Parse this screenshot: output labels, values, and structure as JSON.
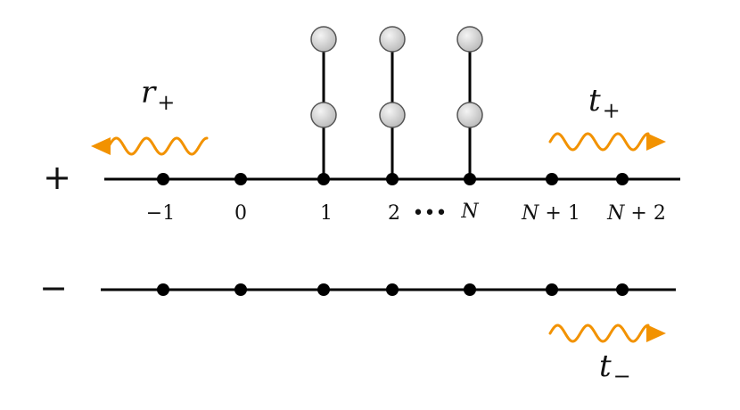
{
  "diagram": {
    "chains": [
      {
        "sign": "+",
        "sites": [
          "−1",
          "0",
          "1",
          "2",
          "",
          "N + 1",
          "N + 2"
        ]
      },
      {
        "sign": "−",
        "sites": [
          "",
          "",
          "",
          "",
          "",
          "",
          ""
        ]
      }
    ],
    "ellipsis": "•••",
    "last_coupled_label": "N",
    "coupled_site_indices": [
      2,
      3,
      4
    ],
    "spheres_per_column": 2,
    "waves": {
      "reflected": {
        "label": "r",
        "sub": "+",
        "direction": "left"
      },
      "transmitted_plus": {
        "label": "t",
        "sub": "+",
        "direction": "right"
      },
      "transmitted_minus": {
        "label": "t",
        "sub": "−",
        "direction": "right"
      }
    },
    "colors": {
      "line": "#000000",
      "wave": "#f29200",
      "sphere_fill": "#d8d8d8",
      "sphere_stroke": "#555555"
    }
  }
}
